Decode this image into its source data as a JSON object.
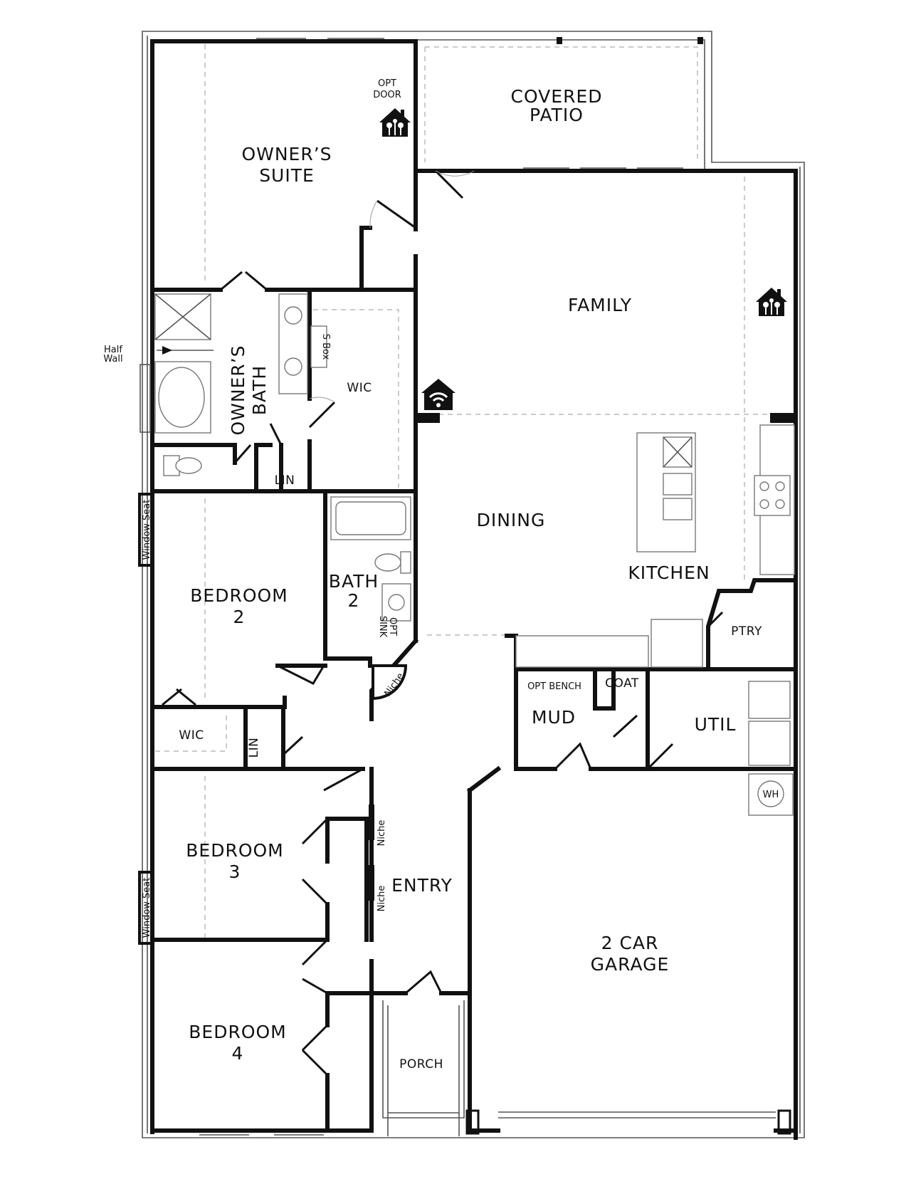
{
  "rooms": {
    "owners_suite": [
      "OWNER’S",
      "SUITE"
    ],
    "covered_patio": [
      "COVERED",
      "PATIO"
    ],
    "family": "FAMILY",
    "owners_bath": [
      "OWNER’S",
      "BATH"
    ],
    "wic_owner": "WIC",
    "lin_owner": "LIN",
    "dining": "DINING",
    "kitchen": "KITCHEN",
    "ptry": "PTRY",
    "bedroom2": [
      "BEDROOM",
      "2"
    ],
    "bath2": [
      "BATH",
      "2"
    ],
    "wic_bed2": "WIC",
    "lin_hall": "LIN",
    "mud": "MUD",
    "coat": "COAT",
    "util": "UTIL",
    "bedroom3": [
      "BEDROOM",
      "3"
    ],
    "entry": "ENTRY",
    "garage": [
      "2 CAR",
      "GARAGE"
    ],
    "bedroom4": [
      "BEDROOM",
      "4"
    ],
    "porch": "PORCH"
  },
  "annotations": {
    "opt_door": [
      "OPT",
      "DOOR"
    ],
    "half_wall": [
      "Half",
      "Wall"
    ],
    "s_box": "S Box",
    "window_seat_1": "Window Seat",
    "window_seat_2": "Window Seat",
    "opt_sink": [
      "OPT",
      "SINK"
    ],
    "niche_1": "Niche",
    "niche_2": "Niche",
    "niche_3": "Niche",
    "opt_bench": "OPT BENCH",
    "wh": "WH"
  },
  "icons": [
    "smart-home-icon",
    "smart-home-icon",
    "wifi-home-icon"
  ]
}
